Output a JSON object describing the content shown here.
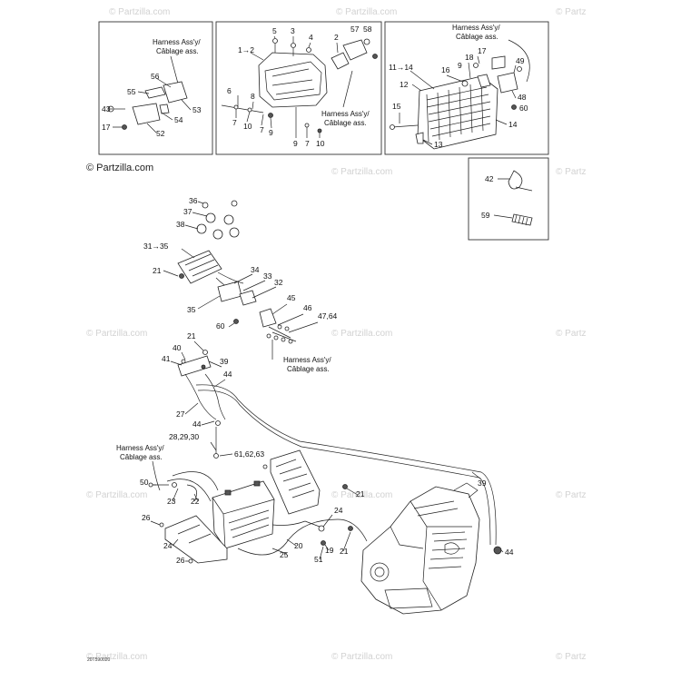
{
  "watermarks": {
    "partzilla": "© Partzilla.com",
    "partz": "© Partz"
  },
  "copyright": "© Partzilla.com",
  "drawing_code": "20T590020",
  "harness": {
    "en": "Harness Ass'y/",
    "fr": "Câblage ass."
  },
  "labels": {
    "b1_56": "56",
    "b1_55": "55",
    "b1_53": "53",
    "b1_43": "43",
    "b1_54": "54",
    "b1_17": "17",
    "b1_52": "52",
    "b2_12": "1→2",
    "b2_5": "5",
    "b2_3": "3",
    "b2_4": "4",
    "b2_2": "2",
    "b2_57": "57",
    "b2_58": "58",
    "b2_6": "6",
    "b2_8": "8",
    "b2_7": "7",
    "b2_10": "10",
    "b2_7b": "7",
    "b2_9": "9",
    "b2_9b": "9",
    "b2_7c": "7",
    "b2_10b": "10",
    "b3_1114": "11→14",
    "b3_17": "17",
    "b3_18": "18",
    "b3_49": "49",
    "b3_16": "16",
    "b3_9": "9",
    "b3_12": "12",
    "b3_48": "48",
    "b3_60": "60",
    "b3_15": "15",
    "b3_14": "14",
    "b3_13": "13",
    "b4_42": "42",
    "b4_59": "59",
    "m_36": "36",
    "m_37": "37",
    "m_38": "38",
    "m_3135": "31→35",
    "m_21": "21",
    "m_34": "34",
    "m_33": "33",
    "m_32": "32",
    "m_35": "35",
    "m_45": "45",
    "m_46": "46",
    "m_4764": "47,64",
    "m_60": "60",
    "m_21b": "21",
    "m_40": "40",
    "m_41": "41",
    "m_39": "39",
    "m_44": "44",
    "m_27": "27",
    "m_44b": "44",
    "m_282930": "28,29,30",
    "m_616263": "61,62,63",
    "m_50": "50",
    "m_23": "23",
    "m_22": "22",
    "m_26": "26",
    "m_24": "24",
    "m_26b": "26",
    "m_39b": "39",
    "m_21c": "21",
    "m_24b": "24",
    "m_20": "20",
    "m_25": "25",
    "m_19": "19",
    "m_21d": "21",
    "m_51": "51",
    "m_44c": "44"
  }
}
